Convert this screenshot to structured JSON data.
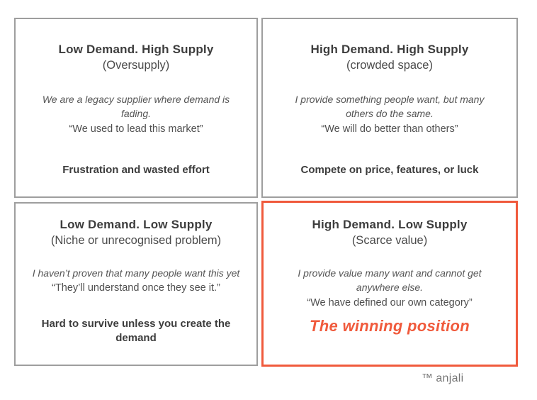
{
  "colors": {
    "accent": "#F05A3C",
    "border_gray": "#9E9E9E"
  },
  "quadrants": [
    {
      "id": "low-demand-high-supply",
      "title": "Low Demand. High Supply",
      "subtitle": "(Oversupply)",
      "statement": "We are a legacy supplier where demand is fading.",
      "quote": "“We used to lead this market”",
      "outcome": "Frustration and wasted effort",
      "highlight": false
    },
    {
      "id": "high-demand-high-supply",
      "title": "High Demand. High Supply",
      "subtitle": "(crowded space)",
      "statement": "I provide something people want, but many others do the same.",
      "quote": "“We will do better than others”",
      "outcome": "Compete on price, features, or luck",
      "highlight": false
    },
    {
      "id": "low-demand-low-supply",
      "title": "Low Demand. Low Supply",
      "subtitle": "(Niche or unrecognised problem)",
      "statement": "I haven’t proven that many people want this yet",
      "quote": "“They’ll understand once they see it.”",
      "outcome": "Hard to survive unless you create the demand",
      "highlight": false
    },
    {
      "id": "high-demand-low-supply",
      "title": "High Demand. Low Supply",
      "subtitle": "(Scarce value)",
      "statement": "I provide value many want and cannot get anywhere else.",
      "quote": "“We have defined our own category”",
      "outcome": "The winning position",
      "highlight": true
    }
  ],
  "footer": {
    "trademark": "™",
    "brand": "anjali"
  }
}
